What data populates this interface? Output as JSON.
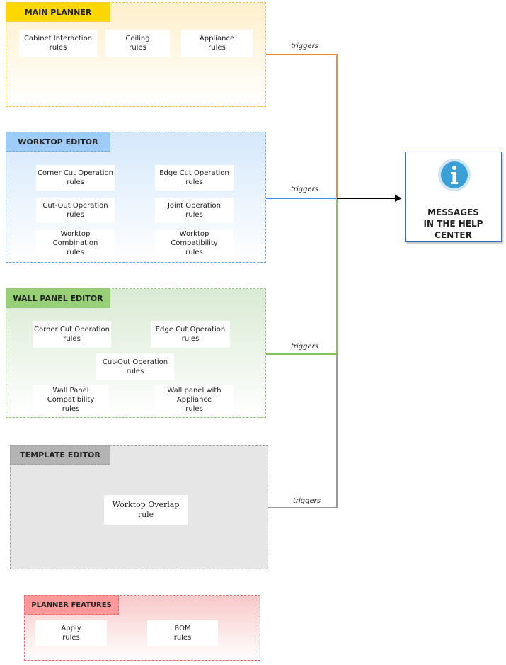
{
  "groups": {
    "main_planner": {
      "title": "MAIN PLANNER",
      "colors": {
        "fill_top": "#fff0cc",
        "fill_bottom": "#ffffff",
        "border": "#f5c04a",
        "header": "#ffd700"
      },
      "rules": [
        "Cabinet Interaction\nrules",
        "Ceiling\nrules",
        "Appliance\nrules"
      ]
    },
    "worktop_editor": {
      "title": "WORKTOP EDITOR",
      "colors": {
        "fill_top": "#d5e8fb",
        "fill_bottom": "#ffffff",
        "border": "#6fa8dc",
        "header": "#9ecbf7"
      },
      "rules": [
        "Corner Cut Operation\nrules",
        "Edge Cut Operation\nrules",
        "Cut-Out Operation\nrules",
        "Joint Operation\nrules",
        "Worktop Combination\nrules",
        "Worktop Compatibility\nrules"
      ]
    },
    "wall_panel_editor": {
      "title": "WALL PANEL EDITOR",
      "colors": {
        "fill_top": "#d9ead3",
        "fill_bottom": "#ffffff",
        "border": "#93c47d",
        "header": "#97d077"
      },
      "rules": [
        "Corner Cut Operation\nrules",
        "Edge Cut Operation\nrules",
        "Cut-Out Operation\nrules",
        "Wall Panel\nCompatibility\nrules",
        "Wall panel with\nAppliance\nrules"
      ]
    },
    "template_editor": {
      "title": "TEMPLATE EDITOR",
      "colors": {
        "fill_top": "#e6e6e6",
        "fill_bottom": "#e6e6e6",
        "border": "#9e9e9e",
        "header": "#b3b3b3"
      },
      "rules": [
        "Worktop Overlap\nrule"
      ]
    },
    "planner_features": {
      "title": "PLANNER FEATURES",
      "colors": {
        "fill_top": "#f8c8c8",
        "fill_bottom": "#ffffff",
        "border": "#ea6b66",
        "header": "#ff9999"
      },
      "rules": [
        "Apply\nrules",
        "BOM\nrules"
      ]
    }
  },
  "connectors": {
    "label": "triggers",
    "colors": {
      "orange": "#f28c28",
      "blue": "#3b8eea",
      "green": "#82c45a",
      "gray": "#999999",
      "arrow": "#000000"
    }
  },
  "target": {
    "title": "MESSAGES\nIN THE HELP\nCENTER",
    "icon": "info-icon",
    "colors": {
      "border": "#3b6fb6",
      "icon": "#3b9fd8",
      "icon_ring": "#cfe6f5"
    }
  }
}
